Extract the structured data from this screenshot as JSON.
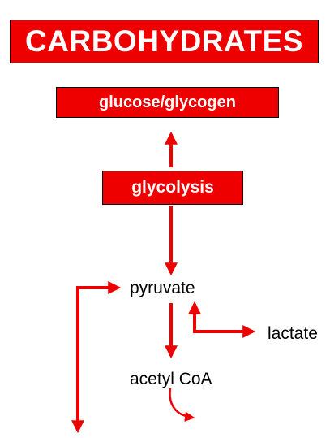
{
  "title": "CARBOHYDRATES",
  "boxes": {
    "glucose": "glucose/glycogen",
    "glycolysis": "glycolysis"
  },
  "metabolites": {
    "pyruvate": "pyruvate",
    "lactate": "lactate",
    "acetyl_coa": "acetyl CoA"
  },
  "colors": {
    "accent": "#ee0000",
    "text": "#000000",
    "box_text": "#ffffff"
  }
}
